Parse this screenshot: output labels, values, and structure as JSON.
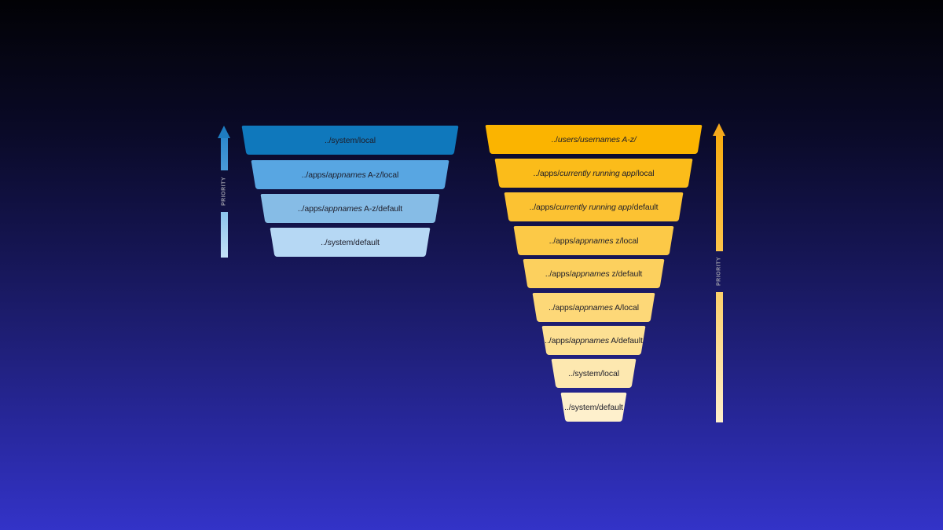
{
  "left_funnel": {
    "arrow": {
      "label": "PRIORITY",
      "color_top": "#1e7cc0",
      "color_bottom": "#bfe0f8"
    },
    "bars": [
      {
        "pre": "../system/local",
        "italic": "",
        "post": "",
        "color": "#0f78bc",
        "text_color": "#1a1a2a"
      },
      {
        "pre": "../apps/",
        "italic": "appnames",
        "post": " A-z/local",
        "color": "#58a6e2",
        "text_color": "#1a1a2a"
      },
      {
        "pre": "../apps/",
        "italic": "appnames",
        "post": " A-z/default",
        "color": "#86bce6",
        "text_color": "#1a1a2a"
      },
      {
        "pre": "../system/default",
        "italic": "",
        "post": "",
        "color": "#b6d8f4",
        "text_color": "#1a1a2a"
      }
    ]
  },
  "right_funnel": {
    "arrow": {
      "label": "PRIORITY",
      "color_top": "#f4a81c",
      "color_bottom": "#fdebc4"
    },
    "bars": [
      {
        "pre": "../",
        "italic": "users/usernames A-z/",
        "post": "",
        "color": "#fbb400"
      },
      {
        "pre": "../apps/",
        "italic": "currently running app",
        "post": "/local",
        "color": "#fbbc1a"
      },
      {
        "pre": "../apps/",
        "italic": "currently running app",
        "post": "/default",
        "color": "#fcc232"
      },
      {
        "pre": "../apps/",
        "italic": "appnames",
        "post": " z/local",
        "color": "#fcc947"
      },
      {
        "pre": "../apps/",
        "italic": "appnames",
        "post": " z/default",
        "color": "#fcd05e"
      },
      {
        "pre": "../apps/",
        "italic": "appnames",
        "post": " A/local",
        "color": "#fdd878"
      },
      {
        "pre": "../apps/",
        "italic": "appnames",
        "post": " A/default",
        "color": "#fde093"
      },
      {
        "pre": "../system/local",
        "italic": "",
        "post": "",
        "color": "#fde8b0"
      },
      {
        "pre": "../system/default",
        "italic": "",
        "post": "",
        "color": "#fef0cc"
      }
    ]
  }
}
